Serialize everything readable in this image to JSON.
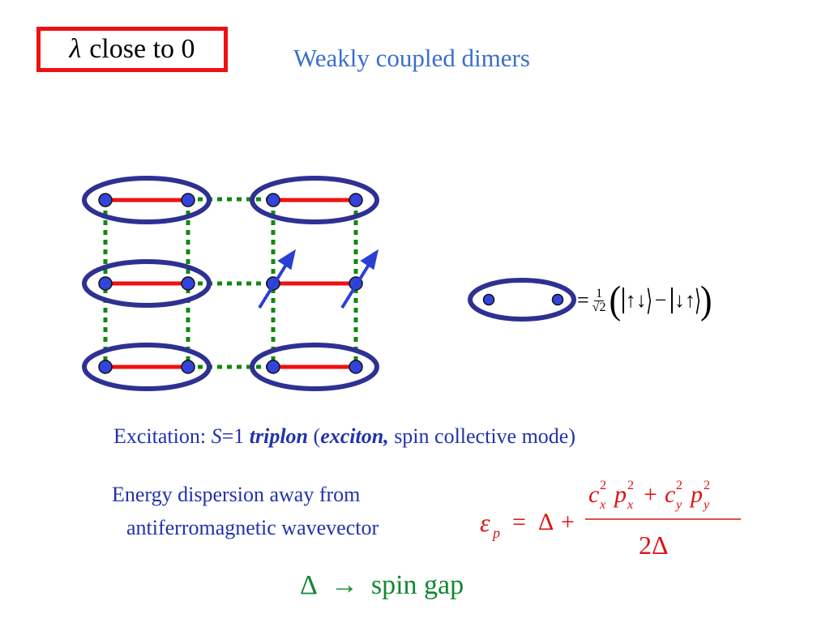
{
  "header": {
    "lambda_symbol": "λ",
    "lambda_label": "close to 0",
    "title": "Weakly coupled dimers"
  },
  "singlet": {
    "equals": "=",
    "frac_num": "1",
    "frac_den": "√2",
    "up_down": "↑↓",
    "minus": "−",
    "down_up": "↓↑"
  },
  "excitation": {
    "prefix": "Excitation: ",
    "s_var": "S",
    "s_value": "=1 ",
    "triplon": "triplon",
    "open_paren": " (",
    "exciton": "exciton,",
    "rest": " spin collective mode)"
  },
  "dispersion": {
    "line1": "Energy dispersion away from",
    "line2": "antiferromagnetic wavevector"
  },
  "formula": {
    "lhs": "ε",
    "lhs_sub": "p",
    "eq": "=",
    "delta": "Δ",
    "plus": "+",
    "c": "c",
    "p": "p",
    "sub_x": "x",
    "sub_y": "y",
    "sq": "2",
    "denominator": "2Δ"
  },
  "gap": {
    "delta": "Δ",
    "arrow": "→",
    "label": "spin gap"
  },
  "colors": {
    "box_border": "#ee1111",
    "title": "#3a6fcc",
    "dimer_ellipse": "#2e3192",
    "site": "#3344dd",
    "bond": "#ee1111",
    "weak_bond": "#118811",
    "spin_arrow": "#2b3fd6",
    "body_text": "#2233aa",
    "formula": "#dd1111",
    "gap": "#118833"
  }
}
